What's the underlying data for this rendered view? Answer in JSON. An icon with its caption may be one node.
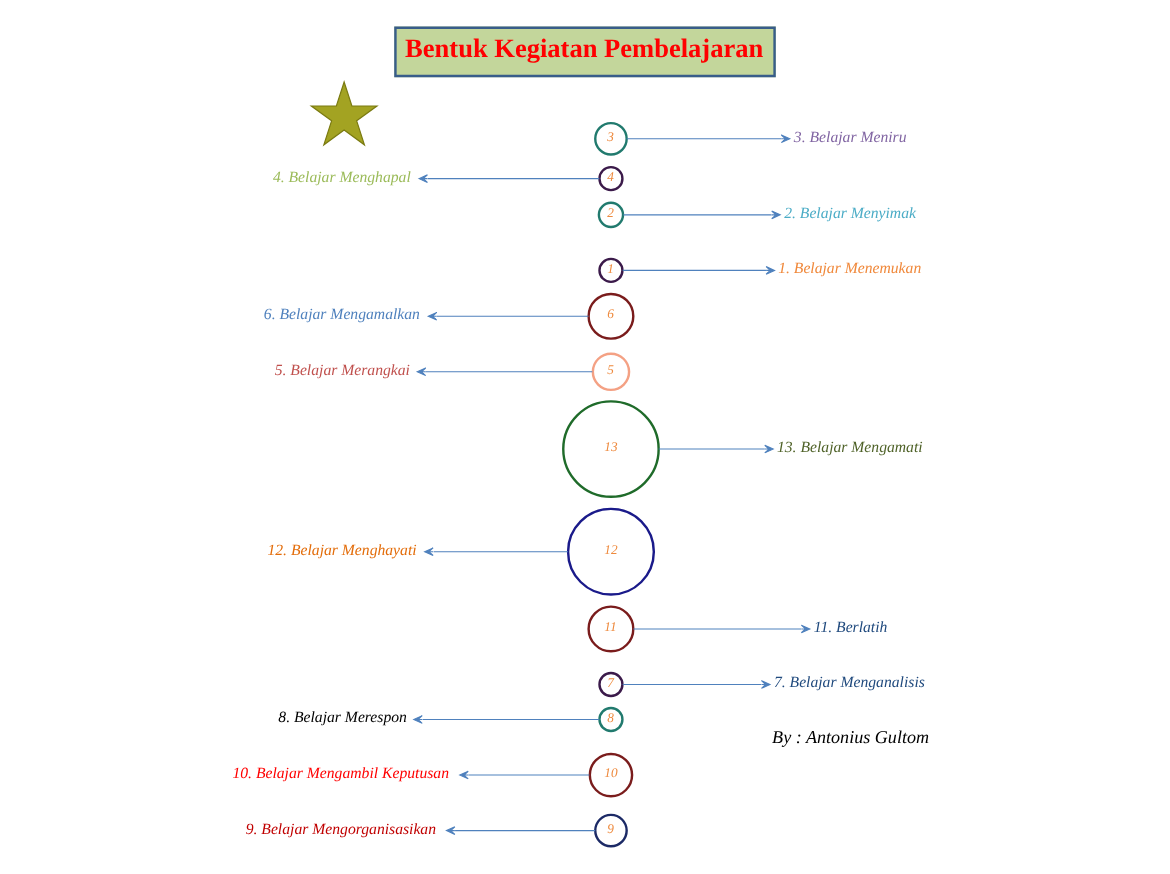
{
  "diagram": {
    "title": "Bentuk Kegiatan Pembelajaran",
    "caption": "By : Antonius Gultom",
    "nodes": [
      {
        "text": [],
        "shape": "star"
      },
      {
        "text": [
          "4"
        ]
      },
      {
        "text": [
          "3"
        ]
      },
      {
        "text": [
          "1"
        ]
      },
      {
        "text": [
          "2"
        ]
      },
      {
        "text": [
          "6"
        ]
      },
      {
        "text": [
          "5"
        ]
      },
      {
        "text": [
          "13"
        ]
      },
      {
        "text": [
          "12"
        ]
      },
      {
        "text": [
          "10"
        ]
      },
      {
        "text": [
          "7"
        ]
      },
      {
        "text": [
          "11"
        ]
      },
      {
        "text": [
          "9"
        ]
      },
      {
        "text": [
          "8"
        ]
      },
      {
        "text": [
          "3. Belajar Meniru"
        ]
      },
      {
        "text": [
          "4. Belajar Menghapal"
        ]
      },
      {
        "text": [
          "6. Belajar Mengamalkan"
        ]
      },
      {
        "text": [
          "2. Belajar Menyimak"
        ]
      },
      {
        "text": [
          "5. Belajar Merangkai"
        ]
      },
      {
        "text": [
          "1. Belajar Menemukan"
        ]
      },
      {
        "text": [
          "12. Belajar Menghayati"
        ]
      },
      {
        "text": [
          "13. Belajar Mengamati"
        ]
      },
      {
        "text": [
          "11. Berlatih"
        ]
      },
      {
        "text": [
          "8. Belajar Merespon"
        ]
      },
      {
        "text": [
          "7. Belajar Menganalisis"
        ]
      },
      {
        "text": [
          "10. Belajar Mengambil Keputusan"
        ]
      },
      {
        "text": [
          "9. Belajar Mengorganisasikan"
        ]
      }
    ],
    "edges": [
      {
        "from": 1,
        "to": 15,
        "arrow": "to"
      },
      {
        "from": 2,
        "to": 14,
        "arrow": "to"
      },
      {
        "from": 3,
        "to": 19,
        "arrow": "to"
      },
      {
        "from": 4,
        "to": 17,
        "arrow": "to"
      },
      {
        "from": 5,
        "to": 16,
        "arrow": "to"
      },
      {
        "from": 6,
        "to": 18,
        "arrow": "to"
      },
      {
        "from": 7,
        "to": 21,
        "arrow": "to"
      },
      {
        "from": 8,
        "to": 20,
        "arrow": "to"
      },
      {
        "from": 9,
        "to": 25,
        "arrow": "to"
      },
      {
        "from": 10,
        "to": 24,
        "arrow": "to"
      },
      {
        "from": 11,
        "to": 22,
        "arrow": "to"
      },
      {
        "from": 12,
        "to": 26,
        "arrow": "to"
      },
      {
        "from": 13,
        "to": 23,
        "arrow": "to"
      }
    ]
  }
}
